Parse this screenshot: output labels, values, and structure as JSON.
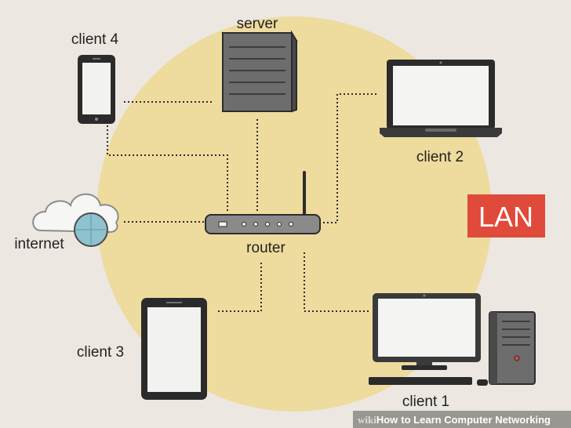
{
  "diagram": {
    "nodes": {
      "server": {
        "label": "server"
      },
      "client_4": {
        "label": "client 4"
      },
      "client_2": {
        "label": "client 2"
      },
      "internet": {
        "label": "internet"
      },
      "router": {
        "label": "router"
      },
      "client_3": {
        "label": "client 3"
      },
      "client_1": {
        "label": "client 1"
      }
    },
    "badge": {
      "label": "LAN",
      "color": "#e04a3a"
    },
    "background_circle_color": "#eedb9e",
    "link_style": "dotted"
  },
  "watermark": {
    "brand_prefix": "wiki",
    "brand_suffix": "How",
    "title": "to Learn Computer Networking"
  }
}
